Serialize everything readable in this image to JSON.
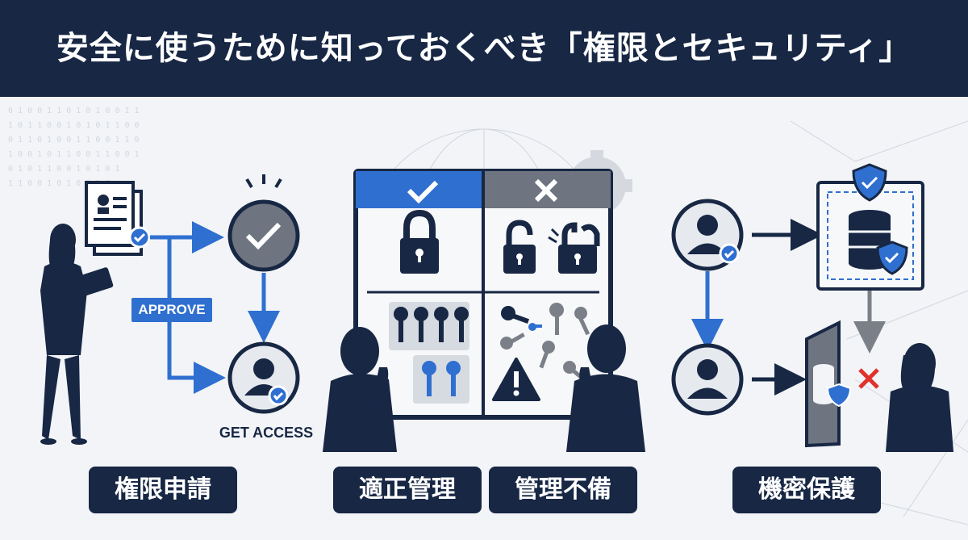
{
  "header": {
    "title": "安全に使うために知っておくべき「権限とセキュリティ」"
  },
  "colors": {
    "navy": "#172744",
    "accent_blue": "#2f6fd0",
    "gray": "#6b7280",
    "alert_red": "#e0322c",
    "background": "#f2f4f7"
  },
  "sections": [
    {
      "id": "permission-request",
      "label": "権限申請",
      "tags": {
        "approve": "APPROVE",
        "access": "GET ACCESS"
      }
    },
    {
      "id": "proper-management",
      "label": "適正管理",
      "status_icon": "check-icon"
    },
    {
      "id": "poor-management",
      "label": "管理不備",
      "status_icon": "x-icon"
    },
    {
      "id": "confidential-protection",
      "label": "機密保護"
    }
  ]
}
